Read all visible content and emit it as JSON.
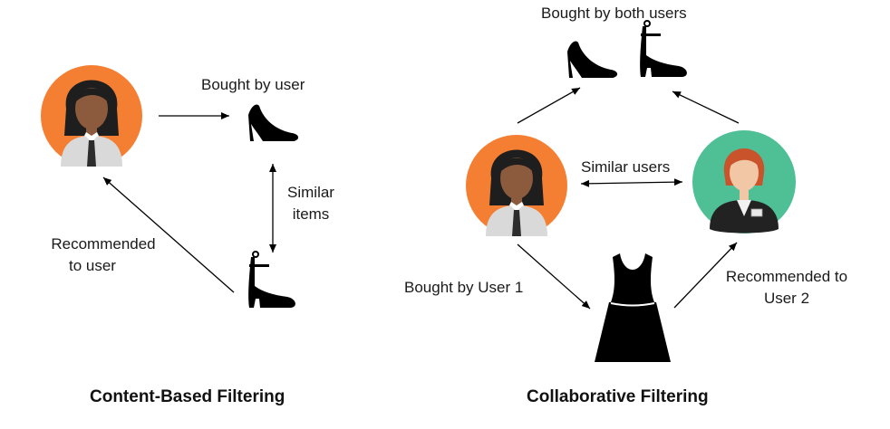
{
  "content_based": {
    "title": "Content-Based Filtering",
    "bought_by_user": "Bought by user",
    "similar_items": [
      "Similar",
      "items"
    ],
    "recommended_to_user": [
      "Recommended",
      "to user"
    ]
  },
  "collaborative": {
    "title": "Collaborative Filtering",
    "bought_by_both": "Bought by both users",
    "similar_users": "Similar users",
    "bought_by_user1": "Bought by User 1",
    "recommended_to_user2": [
      "Recommended to",
      "User 2"
    ]
  },
  "colors": {
    "orange_avatar_bg": "#F47F33",
    "green_avatar_bg": "#4FBF96",
    "skin": "#8C5A3C",
    "skin_light": "#F2C7A6",
    "hair_dark": "#1E1E1E",
    "hair_red": "#C9542C",
    "shirt": "#D9D9D9",
    "suit": "#222222",
    "items": "#000000"
  }
}
